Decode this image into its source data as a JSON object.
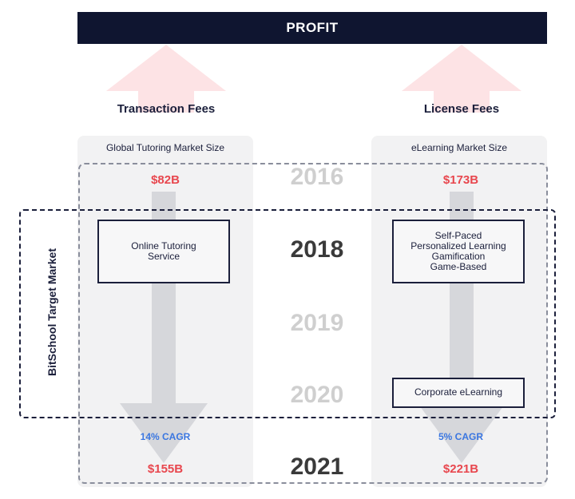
{
  "header": {
    "title": "PROFIT"
  },
  "fees": {
    "left": "Transaction Fees",
    "right": "License Fees"
  },
  "left_panel": {
    "title": "Global Tutoring Market Size",
    "start_value": "$82B",
    "end_value": "$155B",
    "cagr": "14% CAGR",
    "box": "Online Tutoring Service"
  },
  "right_panel": {
    "title": "eLearning Market Size",
    "start_value": "$173B",
    "end_value": "$221B",
    "cagr": "5% CAGR",
    "box_top_lines": [
      "Self-Paced",
      "Personalized Learning",
      "Gamification",
      "Game-Based"
    ],
    "box_bottom": "Corporate eLearning"
  },
  "years": {
    "y2016": "2016",
    "y2018": "2018",
    "y2019": "2019",
    "y2020": "2020",
    "y2021": "2021"
  },
  "target_label": "BitSchool Target Market",
  "colors": {
    "navy": "#0f1530",
    "red": "#e8474e",
    "blue": "#3a76e0",
    "pink_arrow": "#fde3e5",
    "gray_arrow": "#d6d7db"
  }
}
